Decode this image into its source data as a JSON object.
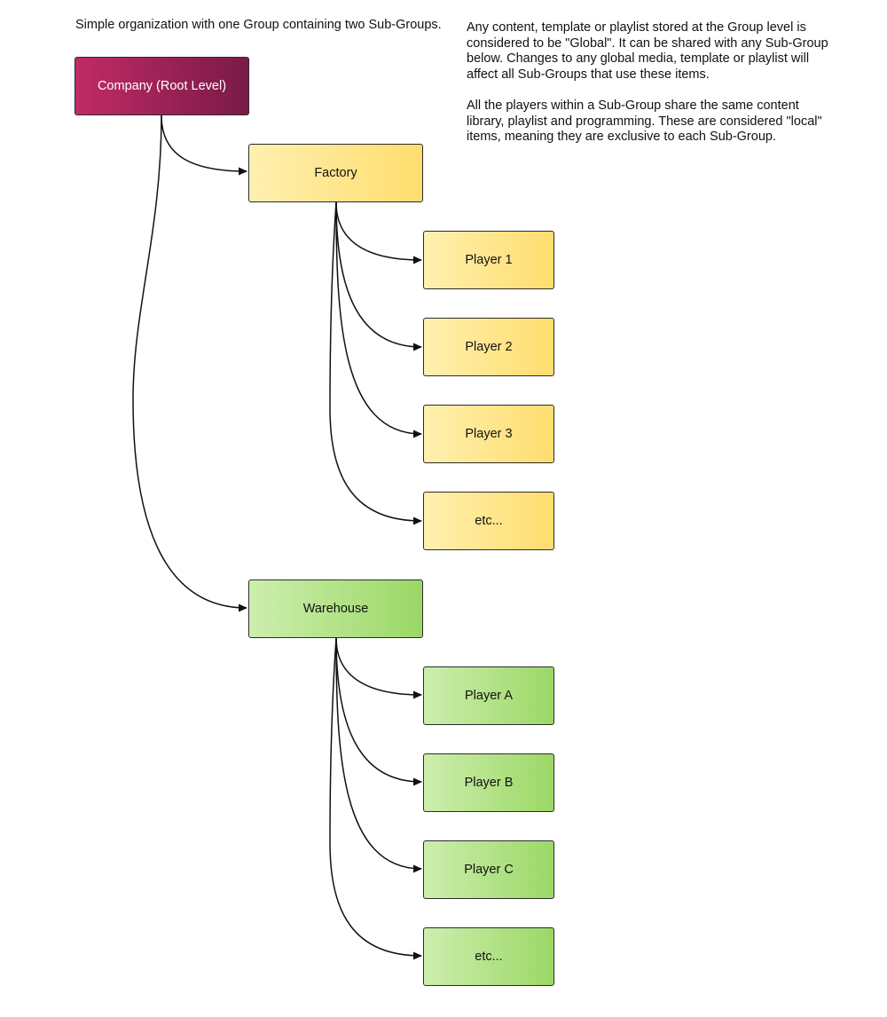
{
  "caption": "Simple organization with one Group containing two Sub-Groups.",
  "notes": [
    "Any content, template or playlist stored at the Group level is considered to be \"Global\".  It can be shared with any Sub-Group below.  Changes to any global media, template or playlist will affect all Sub-Groups that use these items.",
    "All the players within a Sub-Group share the same content library, playlist and programming.  These are considered \"local\" items, meaning they are exclusive to each Sub-Group."
  ],
  "nodes": {
    "root": "Company (Root Level)",
    "factory": "Factory",
    "factory_players": [
      "Player 1",
      "Player 2",
      "Player 3",
      "etc..."
    ],
    "warehouse": "Warehouse",
    "warehouse_players": [
      "Player A",
      "Player B",
      "Player C",
      "etc..."
    ]
  },
  "colors": {
    "root_start": "#c02b66",
    "root_end": "#7a1a47",
    "factory_start": "#fff0b0",
    "factory_end": "#ffdd6e",
    "warehouse_start": "#cdeeae",
    "warehouse_end": "#9bd866",
    "line": "#111111",
    "border": "#2b2b2b"
  }
}
